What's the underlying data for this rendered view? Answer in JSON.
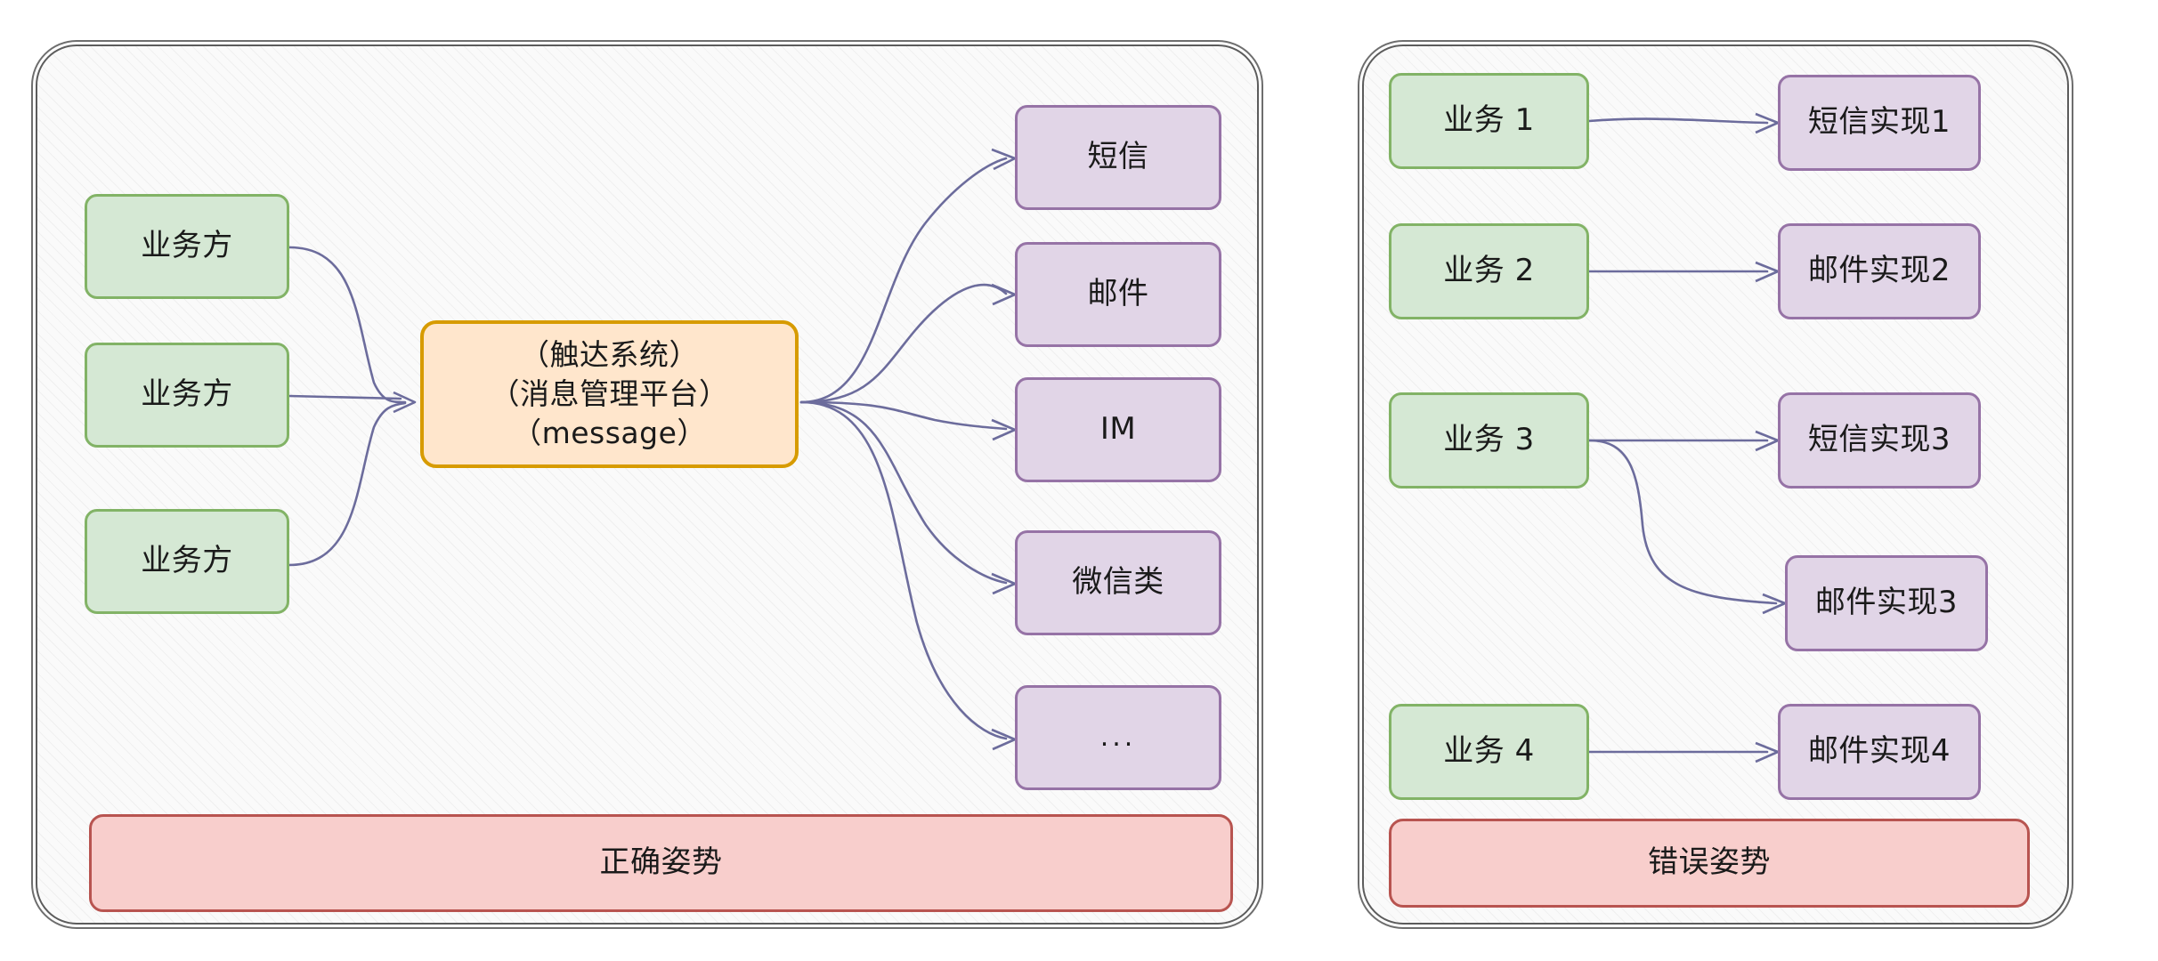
{
  "diagram": {
    "title_left": "正确姿势",
    "title_right": "错误姿势",
    "colors": {
      "green_fill": "#d5e8d4",
      "green_border": "#82b366",
      "purple_fill": "#e1d5e7",
      "purple_border": "#9673a6",
      "orange_fill": "#ffe6cc",
      "orange_border": "#d79b00",
      "red_fill": "#f8cecc",
      "red_border": "#b85450",
      "edge": "#6c6c9c",
      "panel_border": "#5c5c5c",
      "panel_fill": "#fafafa"
    }
  },
  "left_panel": {
    "label": "正确姿势",
    "producers": [
      {
        "label": "业务方"
      },
      {
        "label": "业务方"
      },
      {
        "label": "业务方"
      }
    ],
    "hub": {
      "line1": "（触达系统）",
      "line2": "（消息管理平台）",
      "line3": "（message）",
      "text": "（触达系统）\n（消息管理平台）\n（message）"
    },
    "channels": [
      {
        "label": "短信"
      },
      {
        "label": "邮件"
      },
      {
        "label": "IM"
      },
      {
        "label": "微信类"
      },
      {
        "label": "..."
      }
    ]
  },
  "right_panel": {
    "label": "错误姿势",
    "services": [
      {
        "label": "业务 1"
      },
      {
        "label": "业务 2"
      },
      {
        "label": "业务 3"
      },
      {
        "label": "业务 4"
      }
    ],
    "implementations": [
      {
        "label": "短信实现1"
      },
      {
        "label": "邮件实现2"
      },
      {
        "label": "短信实现3"
      },
      {
        "label": "邮件实现3"
      },
      {
        "label": "邮件实现4"
      }
    ]
  }
}
